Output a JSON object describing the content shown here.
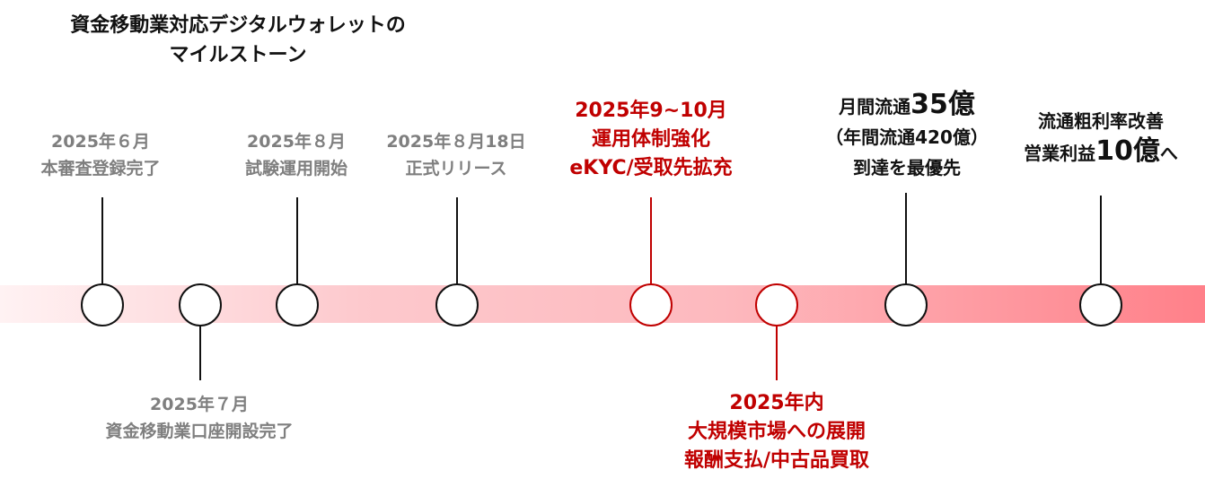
{
  "title": {
    "line1": "資金移動業対応デジタルウォレットの",
    "line2": "マイルストーン"
  },
  "colors": {
    "gray": "#7f7f7f",
    "red": "#c00000",
    "black": "#111111",
    "bar_end": "#ff8089"
  },
  "milestones": [
    {
      "date": "2025年６月",
      "text": "本審査登録完了"
    },
    {
      "date": "2025年７月",
      "text": "資金移動業口座開設完了"
    },
    {
      "date": "2025年８月",
      "text": "試験運用開始"
    },
    {
      "date": "2025年８月18日",
      "text": "正式リリース"
    },
    {
      "date": "2025年9~10月",
      "text": "運用体制強化",
      "text2": "eKYC/受取先拡充"
    },
    {
      "date": "2025年内",
      "text": "大規模市場への展開",
      "text2": "報酬支払/中古品買取"
    },
    {
      "a": "月間流通",
      "b": "35億",
      "line2": "（年間流通420億）",
      "line3": "到達を最優先"
    },
    {
      "line1": "流通粗利率改善",
      "a": "営業利益",
      "b": "10億",
      "c": "へ"
    }
  ]
}
